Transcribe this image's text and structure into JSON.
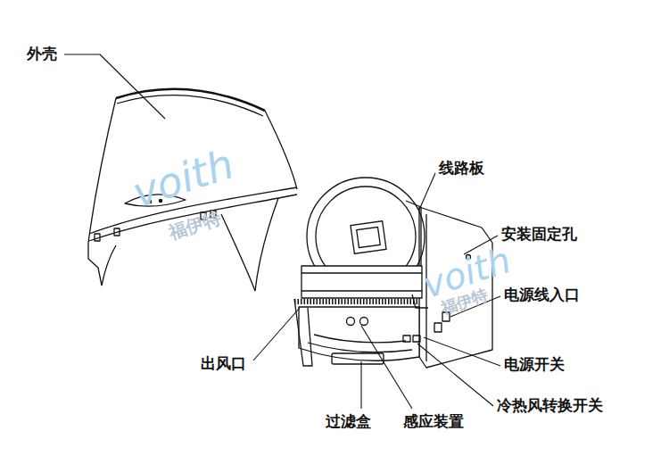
{
  "diagram": {
    "labels": [
      "外壳",
      "线路板",
      "安装固定孔",
      "电源线入口",
      "出风口",
      "电源开关",
      "过滤盒",
      "感应装置",
      "冷热风转换开关",
      "voith",
      "福伊特",
      "voith",
      "福伊特"
    ]
  }
}
